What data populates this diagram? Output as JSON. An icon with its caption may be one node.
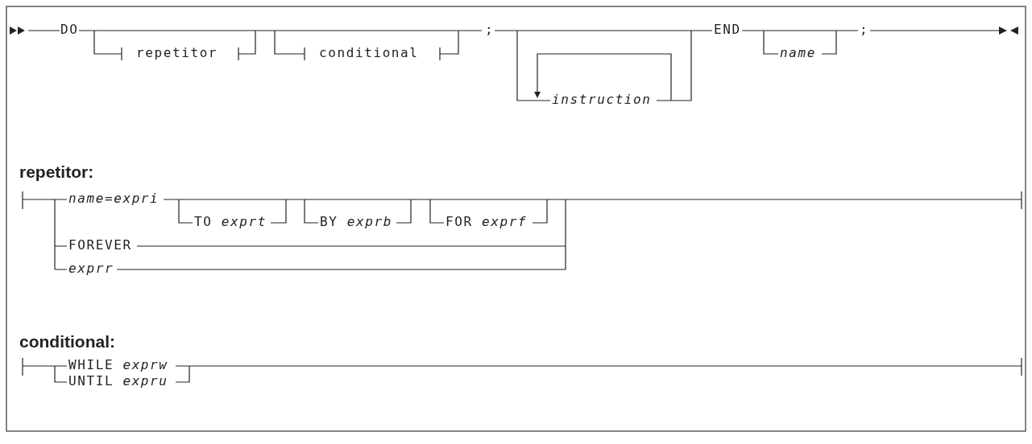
{
  "diagram": {
    "labels": [
      "DO",
      "repetitor",
      "conditional",
      ";",
      "END",
      "name",
      ";",
      "instruction",
      "repetitor:",
      "name=expri",
      "TO *exprt*",
      "BY *exprb*",
      "FOR *exprf*",
      "FOREVER",
      "exprr",
      "conditional:",
      "WHILE *exprw*",
      "UNTIL *expru*"
    ]
  }
}
